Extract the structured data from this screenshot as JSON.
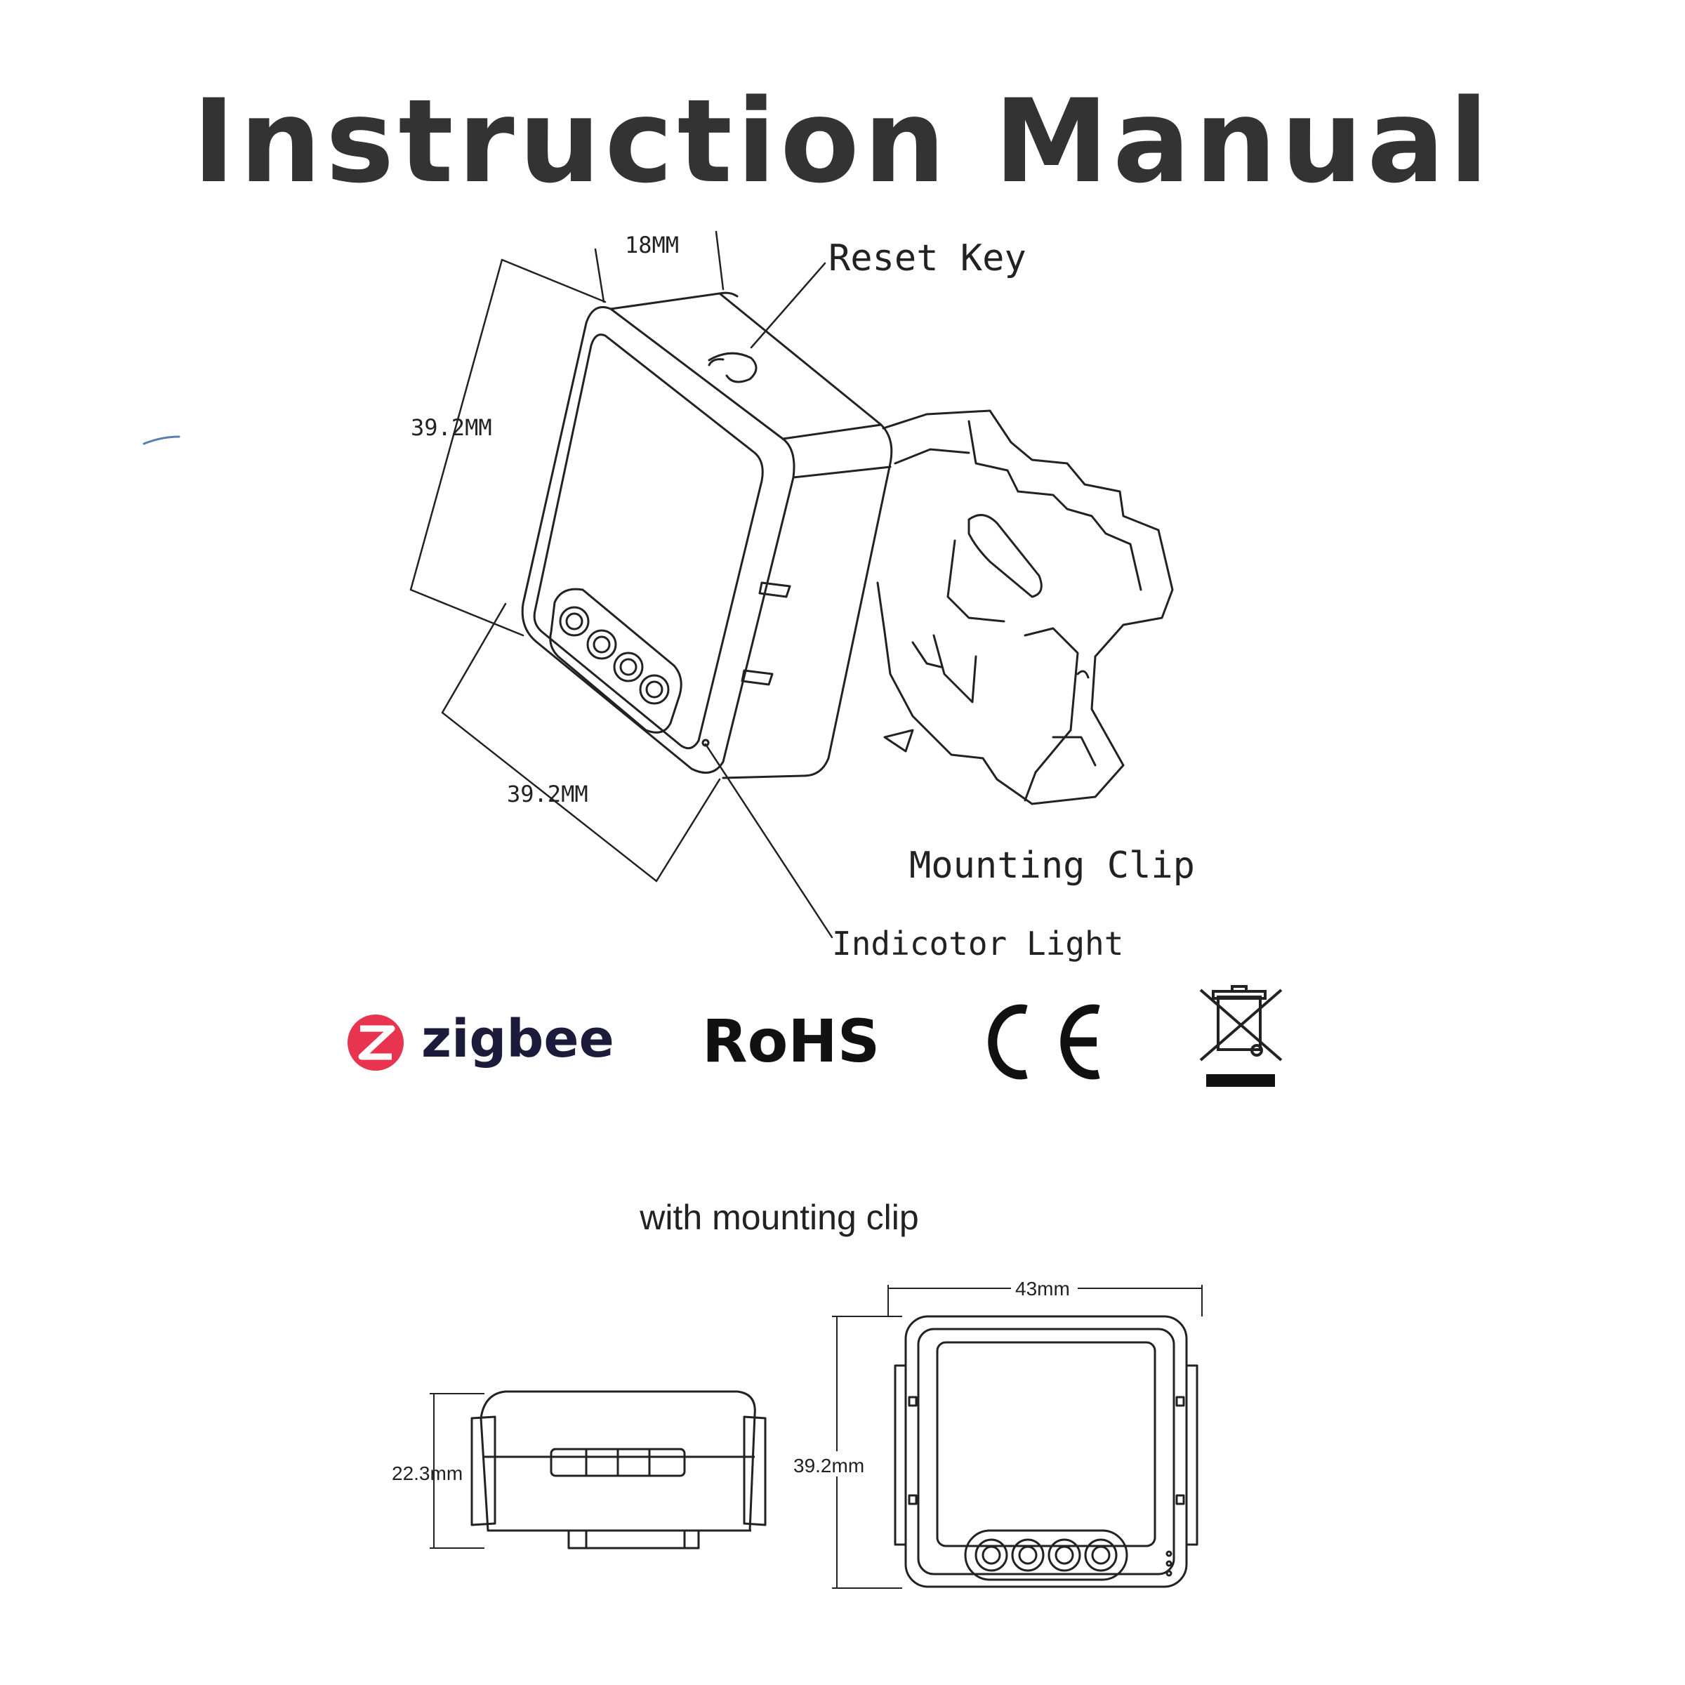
{
  "title": "Instruction Manual",
  "labels": {
    "depth": "18MM",
    "height": "39.2MM",
    "width": "39.2MM",
    "reset": "Reset Key",
    "clip": "Mounting Clip",
    "indicator": "Indicotor Light"
  },
  "logos": {
    "zigbee": "zigbee",
    "rohs": "RoHS",
    "ce": "CE",
    "weee": "weee-bin-icon",
    "zigbee_color": "#e8344e"
  },
  "caption": "with mounting clip",
  "bottom": {
    "side_height": "22.3mm",
    "front_width": "43mm",
    "front_height": "39.2mm"
  }
}
